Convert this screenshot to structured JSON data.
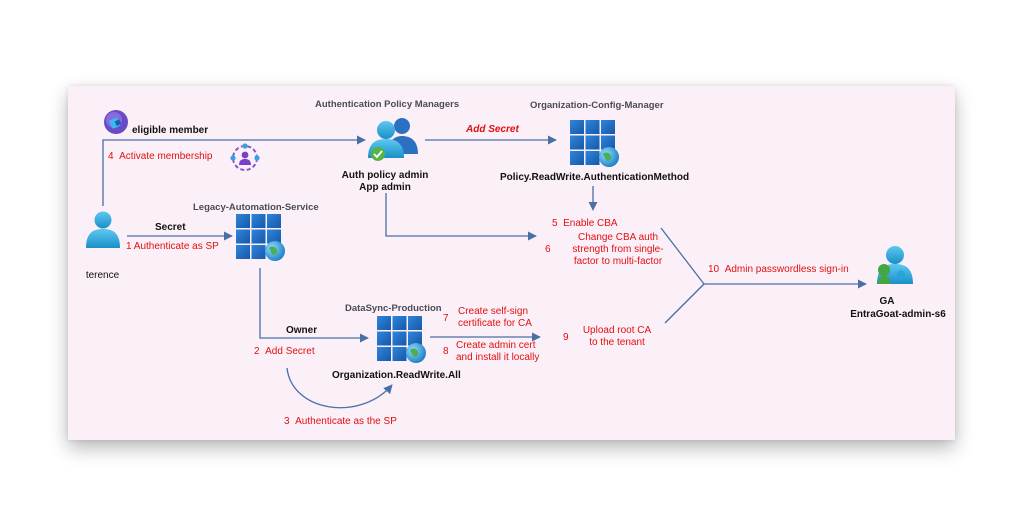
{
  "nodes": {
    "terence": {
      "label": "terence",
      "icon": "user-icon"
    },
    "eligible_member": {
      "label": "eligible member",
      "icon": "pim-group-icon"
    },
    "auth_policy_managers": {
      "title": "Authentication Policy Managers",
      "roles": [
        "Auth policy admin",
        "App admin"
      ],
      "icon": "group-users-icon"
    },
    "org_config_manager": {
      "title": "Organization-Config-Manager",
      "permission": "Policy.ReadWrite.AuthenticationMethod",
      "icon": "app-registration-icon"
    },
    "legacy_automation": {
      "title": "Legacy-Automation-Service",
      "icon": "app-registration-icon"
    },
    "datasync_production": {
      "title": "DataSync-Production",
      "permission": "Organization.ReadWrite.All",
      "icon": "app-registration-icon"
    },
    "ga_admin": {
      "role": "GA",
      "label": "EntraGoat-admin-s6",
      "icon": "admin-user-icon"
    }
  },
  "edges": {
    "secret": "Secret",
    "owner": "Owner",
    "add_secret_top": "Add Secret"
  },
  "steps": [
    {
      "num": "1",
      "lines": [
        "Authenticate as SP"
      ]
    },
    {
      "num": "2",
      "lines": [
        "Add Secret"
      ]
    },
    {
      "num": "3",
      "lines": [
        "Authenticate as the SP"
      ]
    },
    {
      "num": "4",
      "lines": [
        "Activate membership"
      ]
    },
    {
      "num": "5",
      "lines": [
        "Enable CBA"
      ]
    },
    {
      "num": "6",
      "lines": [
        "Change CBA auth",
        "strength from single-",
        "factor to multi-factor"
      ]
    },
    {
      "num": "7",
      "lines": [
        "Create self-sign",
        "certificate for CA"
      ]
    },
    {
      "num": "8",
      "lines": [
        "Create admin cert",
        "and install it locally"
      ]
    },
    {
      "num": "9",
      "lines": [
        "Upload root  CA",
        "to the tenant"
      ]
    },
    {
      "num": "10",
      "lines": [
        "Admin passwordless sign-in"
      ]
    }
  ],
  "colors": {
    "arrow": "#4a6fa5",
    "step_text": "#e01010",
    "background": "#fcf0f8",
    "app_tile": "#1e6fc4",
    "user": "#2aa3db",
    "admin_user": "#45a63f"
  }
}
